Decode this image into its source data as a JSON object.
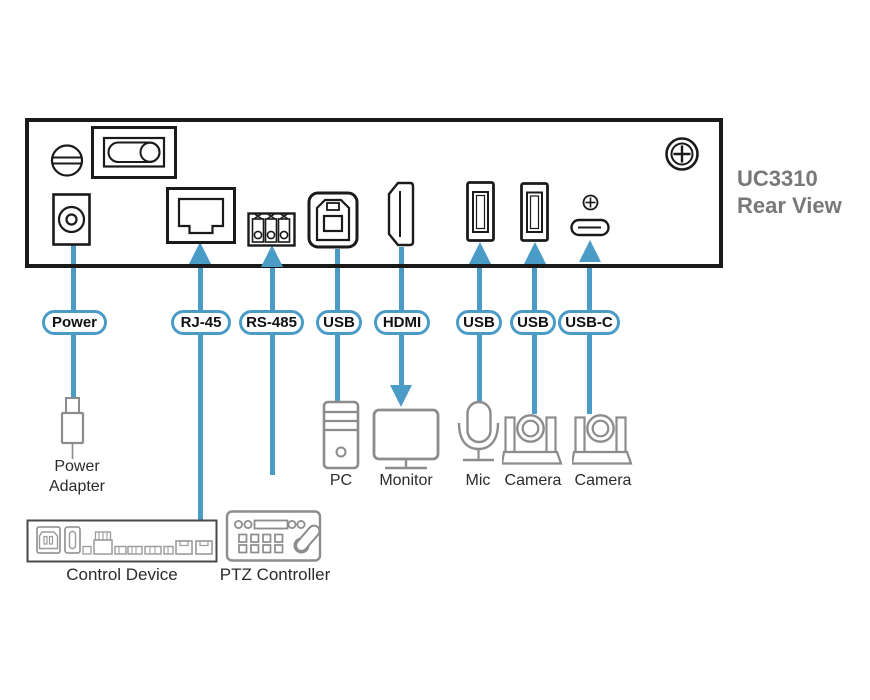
{
  "title": {
    "model": "UC3310",
    "view": "Rear View"
  },
  "colors": {
    "accent_blue": "#4A9CC7",
    "panel_outline": "#1A1A1A",
    "icon_gray": "#8C8C8C",
    "title_gray": "#787878"
  },
  "connector_labels": [
    {
      "label": "Power"
    },
    {
      "label": "RJ-45"
    },
    {
      "label": "RS-485"
    },
    {
      "label": "USB"
    },
    {
      "label": "HDMI"
    },
    {
      "label": "USB"
    },
    {
      "label": "USB"
    },
    {
      "label": "USB-C"
    }
  ],
  "panel_icons": [
    "flathead-screw",
    "power-switch",
    "dc-power-jack",
    "rj45-port",
    "rs485-terminal-block",
    "usb-b-port",
    "hdmi-port",
    "usb-a-port",
    "usb-a-port",
    "usb-c-port",
    "grounding-screw"
  ],
  "devices": [
    {
      "label": "Power Adapter"
    },
    {
      "label": "PC"
    },
    {
      "label": "Monitor"
    },
    {
      "label": "Mic"
    },
    {
      "label": "Camera"
    },
    {
      "label": "Camera"
    },
    {
      "label": "Control Device"
    },
    {
      "label": "PTZ Controller"
    }
  ]
}
